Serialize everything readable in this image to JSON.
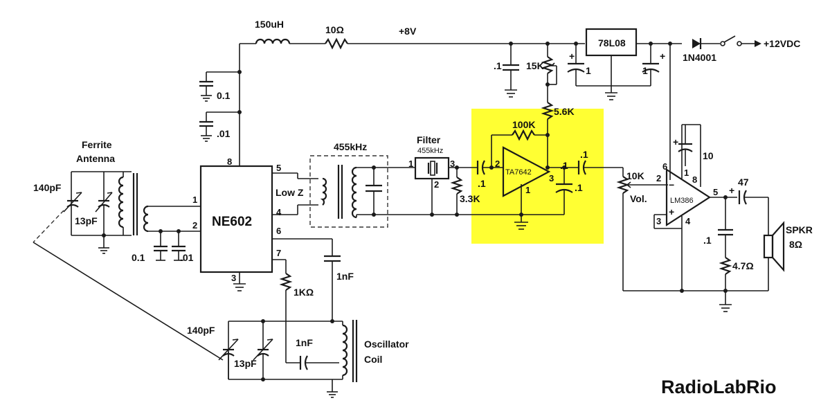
{
  "labels": {
    "ind150": "150uH",
    "res10": "10Ω",
    "plus8v": "+8V",
    "reg": "78L08",
    "diode": "1N4001",
    "plus12": "+12VDC",
    "c01a": ".1",
    "r15k": "15K",
    "c1a": "1",
    "c1b": "1",
    "plus_a": "+",
    "plus_b": "+",
    "c_0_1": "0.1",
    "c_01": ".01",
    "ferrite1": "Ferrite",
    "ferrite2": "Antenna",
    "c140a": "140pF",
    "c13a": "13pF",
    "c0_1b": "0.1",
    "c01b": ".01",
    "ne602": "NE602",
    "p8": "8",
    "p5": "5",
    "p4": "4",
    "p1": "1",
    "p2": "2",
    "p6": "6",
    "p7": "7",
    "p3": "3",
    "lowz": "Low Z",
    "khz455": "455kHz",
    "filter1": "Filter",
    "filter2": "455kHz",
    "f1": "1",
    "f2": "2",
    "f3": "3",
    "r33k": "3.3K",
    "r100k": "100K",
    "r56k": "5.6K",
    "ta": "TA7642",
    "ta2": "2",
    "ta3": "3",
    "ta1": "1",
    "cin": ".1",
    "ctam": ".1",
    "cout": ".1",
    "ctf": ".1",
    "r10k": "10K",
    "vol": "Vol.",
    "lm": "LM386",
    "lm2": "2",
    "lm3": "3",
    "lm4": "4",
    "lm5": "5",
    "lm6": "6",
    "lm1": "1",
    "lm8": "8",
    "lmplus": "+",
    "lmminus": "−",
    "c10": "10",
    "c10plus": "+",
    "c47": "47",
    "c47plus": "+",
    "cz": ".1",
    "r47": "4.7Ω",
    "spkr1": "SPKR",
    "spkr2": "8Ω",
    "r1k": "1KΩ",
    "c1nfa": "1nF",
    "c1nfb": "1nF",
    "c140b": "140pF",
    "c13b": "13pF",
    "osc1": "Oscillator",
    "osc2": "Coil",
    "brand": "RadioLabRio"
  },
  "colors": {
    "highlight": "#ffff33",
    "ink": "#1a1a1a"
  }
}
